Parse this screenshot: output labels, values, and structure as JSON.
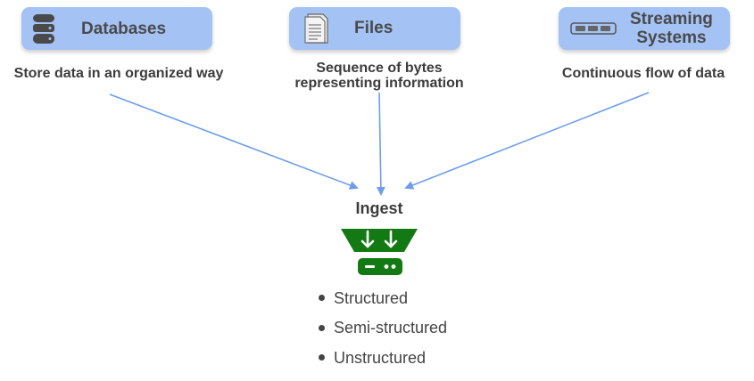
{
  "sources": [
    {
      "title_lines": [
        "Databases"
      ],
      "caption_lines": [
        "Store data in an organized way"
      ],
      "icon": "database-icon"
    },
    {
      "title_lines": [
        "Files"
      ],
      "caption_lines": [
        "Sequence of bytes",
        "representing information"
      ],
      "icon": "file-icon"
    },
    {
      "title_lines": [
        "Streaming",
        "Systems"
      ],
      "caption_lines": [
        "Continuous flow of data"
      ],
      "icon": "stream-icon"
    }
  ],
  "ingest": {
    "title": "Ingest",
    "icon": "ingest-funnel-icon",
    "data_types": [
      "Structured",
      "Semi-structured",
      "Unstructured"
    ]
  },
  "colors": {
    "box_fill": "#a4c2f4",
    "arrow": "#6d9eeb",
    "ingest_green": "#137a13",
    "text_dark": "#3c3c3c"
  }
}
